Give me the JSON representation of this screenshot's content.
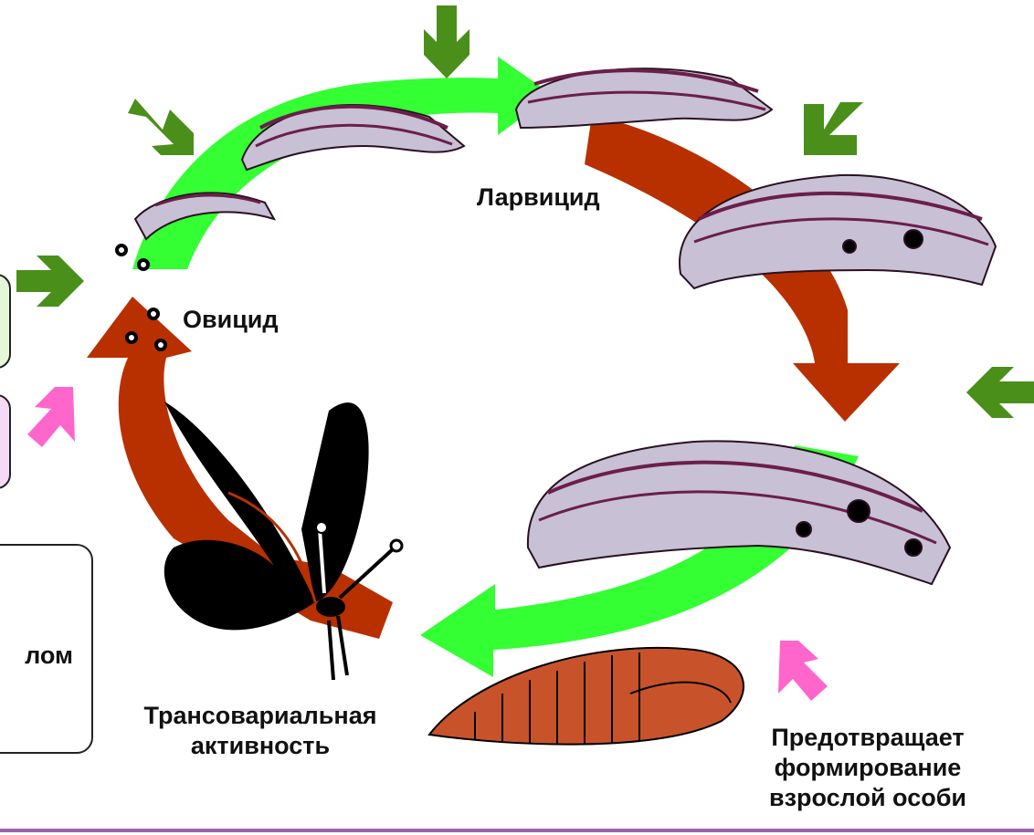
{
  "labels": {
    "larvicide": "Ларвицид",
    "ovicide": "Овицид",
    "transovarial_line1": "Трансовариальная",
    "transovarial_line2": "активность",
    "prevents_line1": "Предотвращает",
    "prevents_line2": "формирование",
    "prevents_line3": "взрослой особи",
    "partial_box_text": "лом"
  },
  "colors": {
    "green_arrow": "#33ff33",
    "red_arrow": "#b83000",
    "small_green_arrow": "#4a8f1a",
    "pink_arrow": "#ff66cc",
    "box_green": "#e6f7d7",
    "box_pink": "#f6d9f4",
    "larva": "#c8c0d4",
    "larva_stripe": "#6a1f4a",
    "pupa": "#c8532a",
    "butterfly": "#000000"
  }
}
